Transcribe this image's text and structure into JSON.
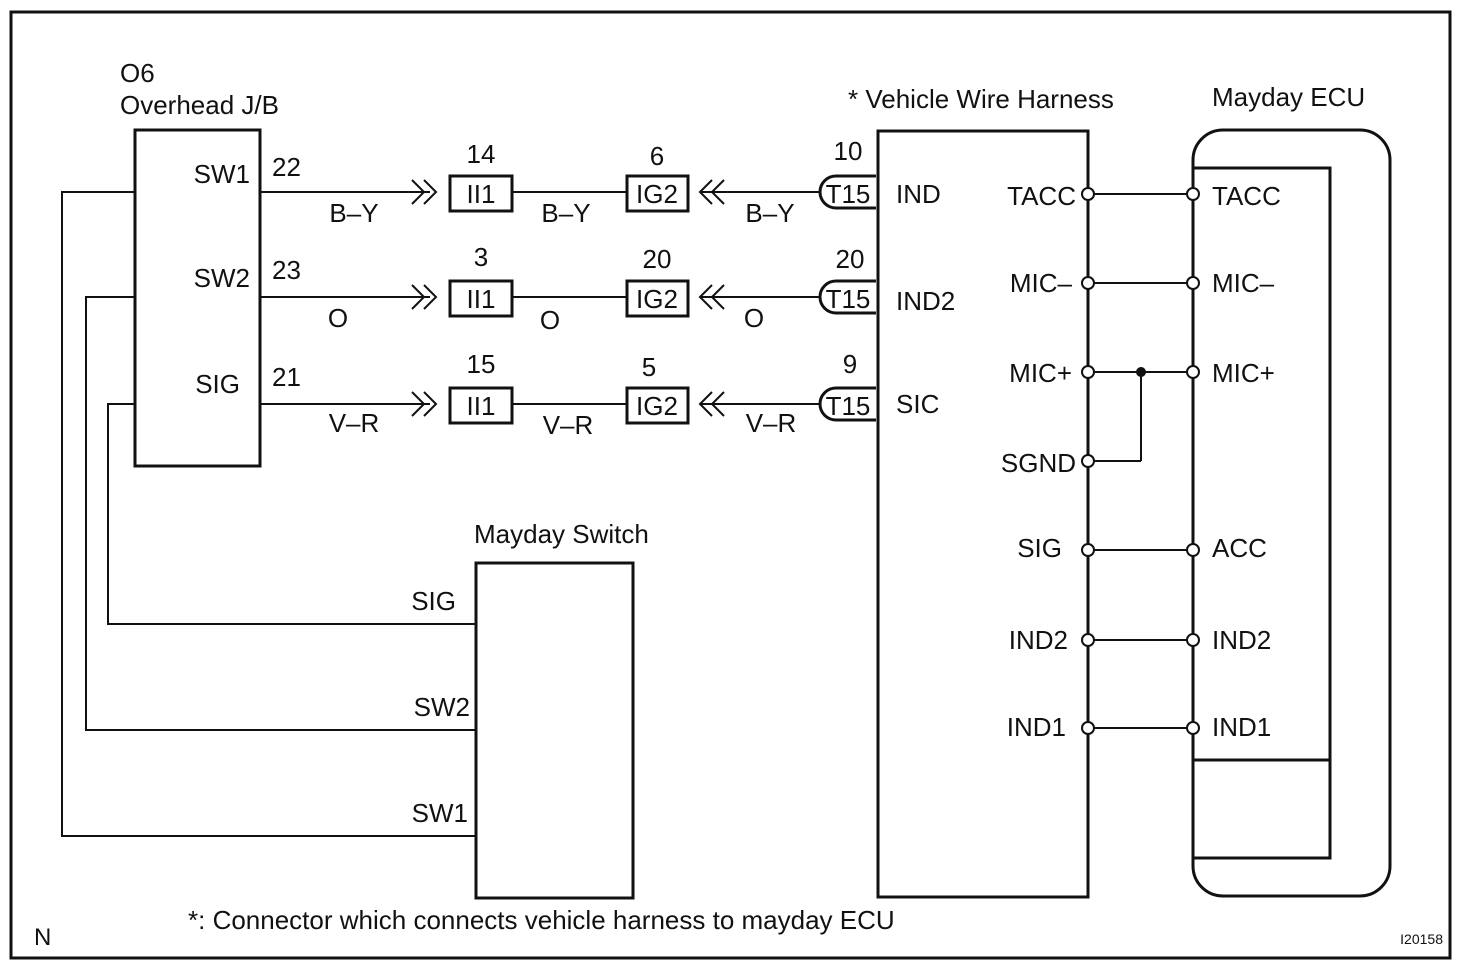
{
  "junction_block": {
    "code": "O6",
    "name": "Overhead J/B"
  },
  "harness_title": "* Vehicle Wire Harness",
  "ecu_title": "Mayday ECU",
  "switch_title": "Mayday Switch",
  "jb_terminals": [
    {
      "name": "SW1",
      "pin": "22"
    },
    {
      "name": "SW2",
      "pin": "23"
    },
    {
      "name": "SIG",
      "pin": "21"
    }
  ],
  "circuits": [
    {
      "c1": {
        "connector": "II1",
        "pin": "14"
      },
      "c2": {
        "connector": "IG2",
        "pin": "6"
      },
      "c3": {
        "connector": "T15",
        "pin": "10"
      },
      "wire_colors": [
        "B–Y",
        "B–Y",
        "B–Y"
      ],
      "harness_terminal": "IND"
    },
    {
      "c1": {
        "connector": "II1",
        "pin": "3"
      },
      "c2": {
        "connector": "IG2",
        "pin": "20"
      },
      "c3": {
        "connector": "T15",
        "pin": "20"
      },
      "wire_colors": [
        "O",
        "O",
        "O"
      ],
      "harness_terminal": "IND2"
    },
    {
      "c1": {
        "connector": "II1",
        "pin": "15"
      },
      "c2": {
        "connector": "IG2",
        "pin": "5"
      },
      "c3": {
        "connector": "T15",
        "pin": "9"
      },
      "wire_colors": [
        "V–R",
        "V–R",
        "V–R"
      ],
      "harness_terminal": "SIC"
    }
  ],
  "harness_ecu_links": [
    {
      "harness": "TACC",
      "ecu": "TACC"
    },
    {
      "harness": "MIC–",
      "ecu": "MIC–"
    },
    {
      "harness": "MIC+",
      "ecu": "MIC+"
    },
    {
      "harness": "SGND",
      "ecu": ""
    },
    {
      "harness": "SIG",
      "ecu": "ACC"
    },
    {
      "harness": "IND2",
      "ecu": "IND2"
    },
    {
      "harness": "IND1",
      "ecu": "IND1"
    }
  ],
  "switch_terminals": [
    "SIG",
    "SW2",
    "SW1"
  ],
  "footnote": "*: Connector which connects vehicle harness to mayday ECU",
  "corner_mark": "N",
  "figure_id": "I20158"
}
